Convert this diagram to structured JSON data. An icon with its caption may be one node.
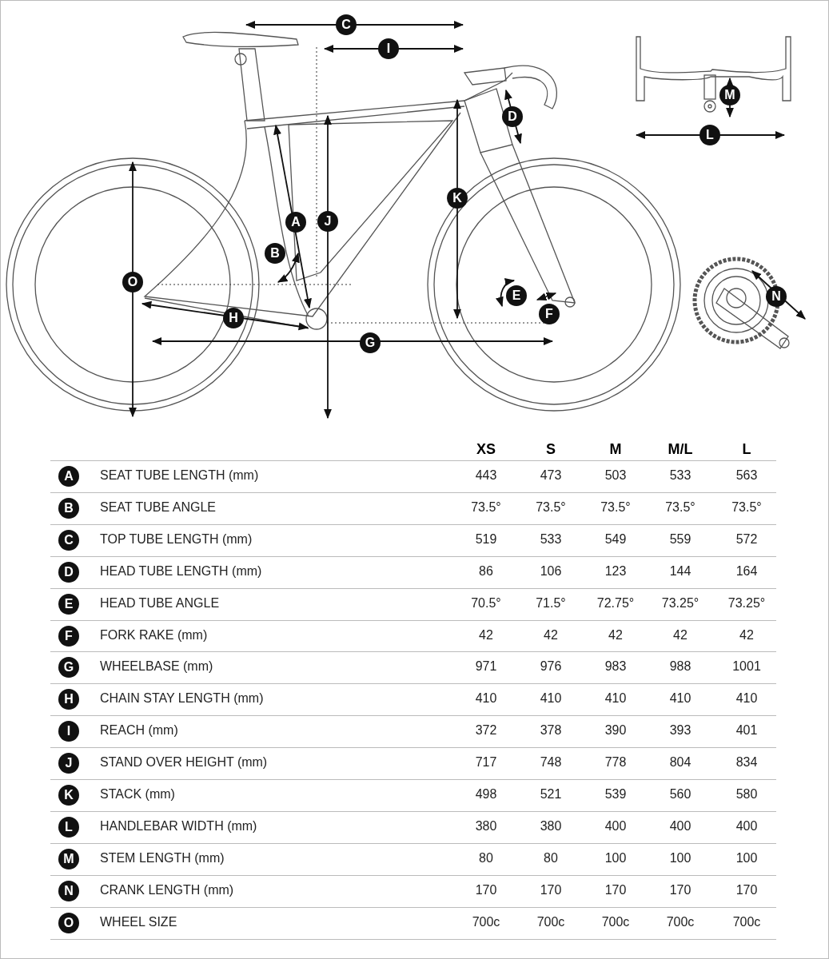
{
  "diagram": {
    "labels": [
      "C",
      "I",
      "M",
      "D",
      "L",
      "K",
      "A",
      "J",
      "B",
      "O",
      "E",
      "N",
      "F",
      "H",
      "G",
      "XS",
      "S",
      "M",
      "M/L",
      "L",
      "A",
      "SEAT TUBE LENGTH (mm)",
      "443",
      "473",
      "503",
      "533",
      "563",
      "B",
      "SEAT TUBE ANGLE",
      "73.5°",
      "73.5°",
      "73.5°",
      "73.5°",
      "73.5°",
      "C",
      "TOP TUBE LENGTH (mm)",
      "519",
      "533",
      "549",
      "559",
      "572",
      "D",
      "HEAD TUBE LENGTH (mm)",
      "86",
      "106",
      "123",
      "144",
      "164",
      "E",
      "HEAD TUBE ANGLE",
      "70.5°",
      "71.5°",
      "72.75°",
      "73.25°",
      "73.25°",
      "F",
      "FORK RAKE (mm)",
      "42",
      "42",
      "42",
      "42",
      "42",
      "G",
      "WHEELBASE (mm)",
      "971",
      "976",
      "983",
      "988",
      "1001",
      "H",
      "CHAIN STAY LENGTH (mm)",
      "410",
      "410",
      "410",
      "410",
      "410",
      "I",
      "REACH (mm)",
      "372",
      "378",
      "390",
      "393",
      "401",
      "J",
      "STAND OVER HEIGHT (mm)",
      "717",
      "748",
      "778",
      "804",
      "834",
      "K",
      "STACK (mm)",
      "498",
      "521",
      "539",
      "560",
      "580",
      "L",
      "HANDLEBAR WIDTH (mm)",
      "380",
      "380",
      "400",
      "400",
      "400",
      "M",
      "STEM LENGTH (mm)",
      "80",
      "80",
      "100",
      "100",
      "100",
      "N",
      "CRANK LENGTH (mm)",
      "170",
      "170",
      "170",
      "170",
      "170",
      "O",
      "WHEEL SIZE",
      "700c",
      "700c",
      "700c",
      "700c",
      "700c"
    ]
  }
}
